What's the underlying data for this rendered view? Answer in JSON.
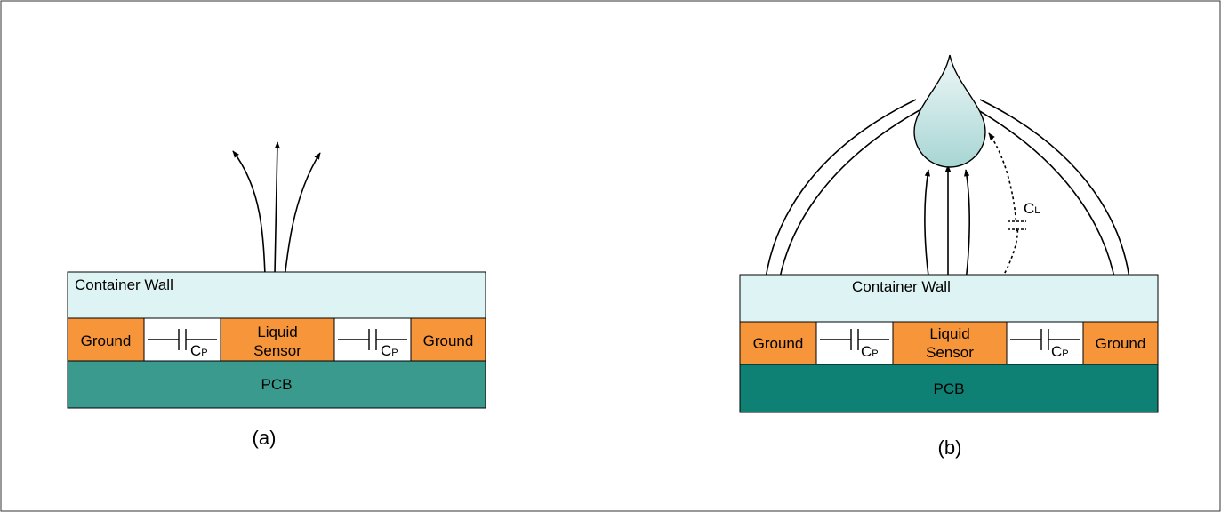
{
  "colors": {
    "wall": "#def3f3",
    "ground": "#f7953b",
    "pcb_a": "#3b9a8e",
    "pcb_b": "#0e8074",
    "cap_box": "#ffffff",
    "stroke": "#000000",
    "drop_top": "#e9f6f6",
    "drop_bottom": "#a9d6d4"
  },
  "panel_a": {
    "caption": "(a)",
    "container_wall": "Container Wall",
    "ground_left": "Ground",
    "ground_right": "Ground",
    "sensor_line1": "Liquid",
    "sensor_line2": "Sensor",
    "pcb": "PCB",
    "cap_left": {
      "main": "C",
      "sub": "P"
    },
    "cap_right": {
      "main": "C",
      "sub": "P"
    }
  },
  "panel_b": {
    "caption": "(b)",
    "container_wall": "Container Wall",
    "ground_left": "Ground",
    "ground_right": "Ground",
    "sensor_line1": "Liquid",
    "sensor_line2": "Sensor",
    "pcb": "PCB",
    "cap_left": {
      "main": "C",
      "sub": "P"
    },
    "cap_right": {
      "main": "C",
      "sub": "P"
    },
    "cap_liquid": {
      "main": "C",
      "sub": "L"
    },
    "droplet_icon": "droplet-icon"
  }
}
